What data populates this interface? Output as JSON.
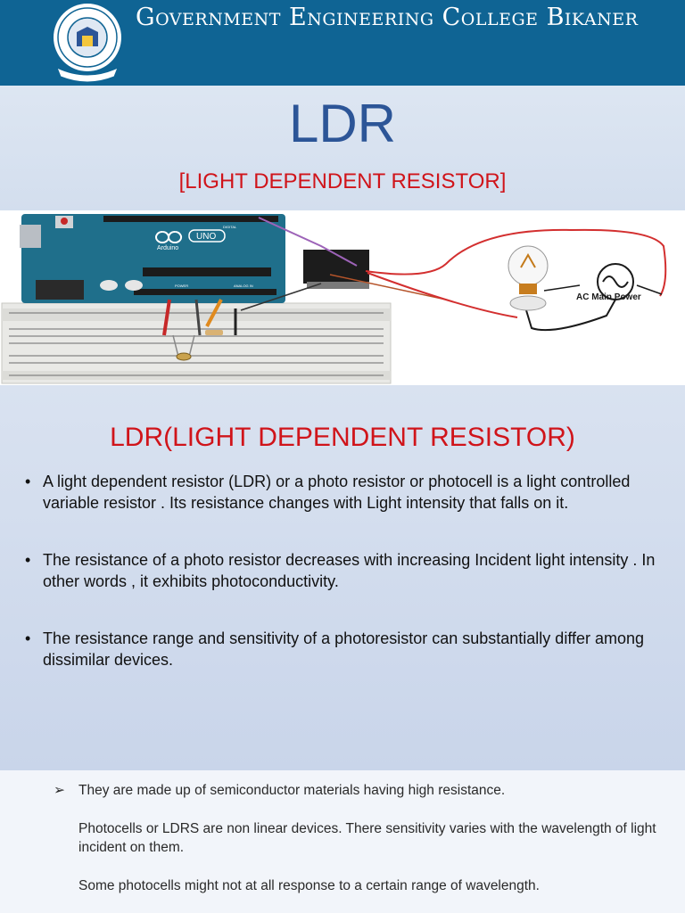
{
  "header": {
    "college_name": "Government Engineering College Bikaner",
    "brand_color": "#0f6494"
  },
  "title": {
    "main": "LDR",
    "subtitle": "[LIGHT DEPENDENT RESISTOR]"
  },
  "diagram": {
    "board_labels": {
      "uno": "UNO",
      "arduino": "Arduino",
      "digital": "DIGITAL",
      "analog": "ANALOG IN",
      "power": "POWER"
    },
    "ac_label": "AC Main Power"
  },
  "section": {
    "title": "LDR(LIGHT DEPENDENT RESISTOR)",
    "bullets": [
      "A light dependent resistor (LDR) or a photo resistor or photocell is a light controlled variable resistor . Its resistance changes with Light intensity that falls on it.",
      "The resistance of a photo resistor decreases with increasing Incident light intensity . In other words , it exhibits photoconductivity.",
      "The resistance range and sensitivity of a photoresistor can substantially differ among dissimilar devices."
    ]
  },
  "lower": {
    "arrow": "➢",
    "paragraphs": [
      "They are made up of semiconductor materials having high resistance.",
      "Photocells or LDRS are non linear devices. There sensitivity varies with the wavelength of light incident on them.",
      "Some photocells might not at all response to a certain range of wavelength."
    ]
  },
  "colors": {
    "title_blue": "#2c5597",
    "heading_red": "#d0141a",
    "arduino_teal": "#1f6f8b"
  }
}
